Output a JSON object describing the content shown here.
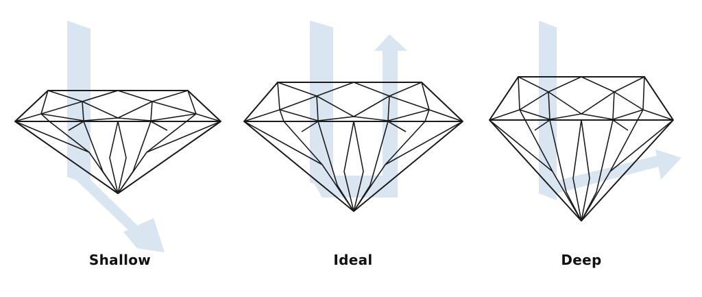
{
  "diagram": {
    "cuts": [
      {
        "id": "shallow",
        "label": "Shallow",
        "light_path": "exits through pavilion"
      },
      {
        "id": "ideal",
        "label": "Ideal",
        "light_path": "reflects back up through table"
      },
      {
        "id": "deep",
        "label": "Deep",
        "light_path": "exits through side of pavilion"
      }
    ]
  },
  "colors": {
    "light_beam": "#d9e5f1",
    "diamond_stroke": "#1a1a1a",
    "label_text": "#111111",
    "background": "#ffffff"
  }
}
